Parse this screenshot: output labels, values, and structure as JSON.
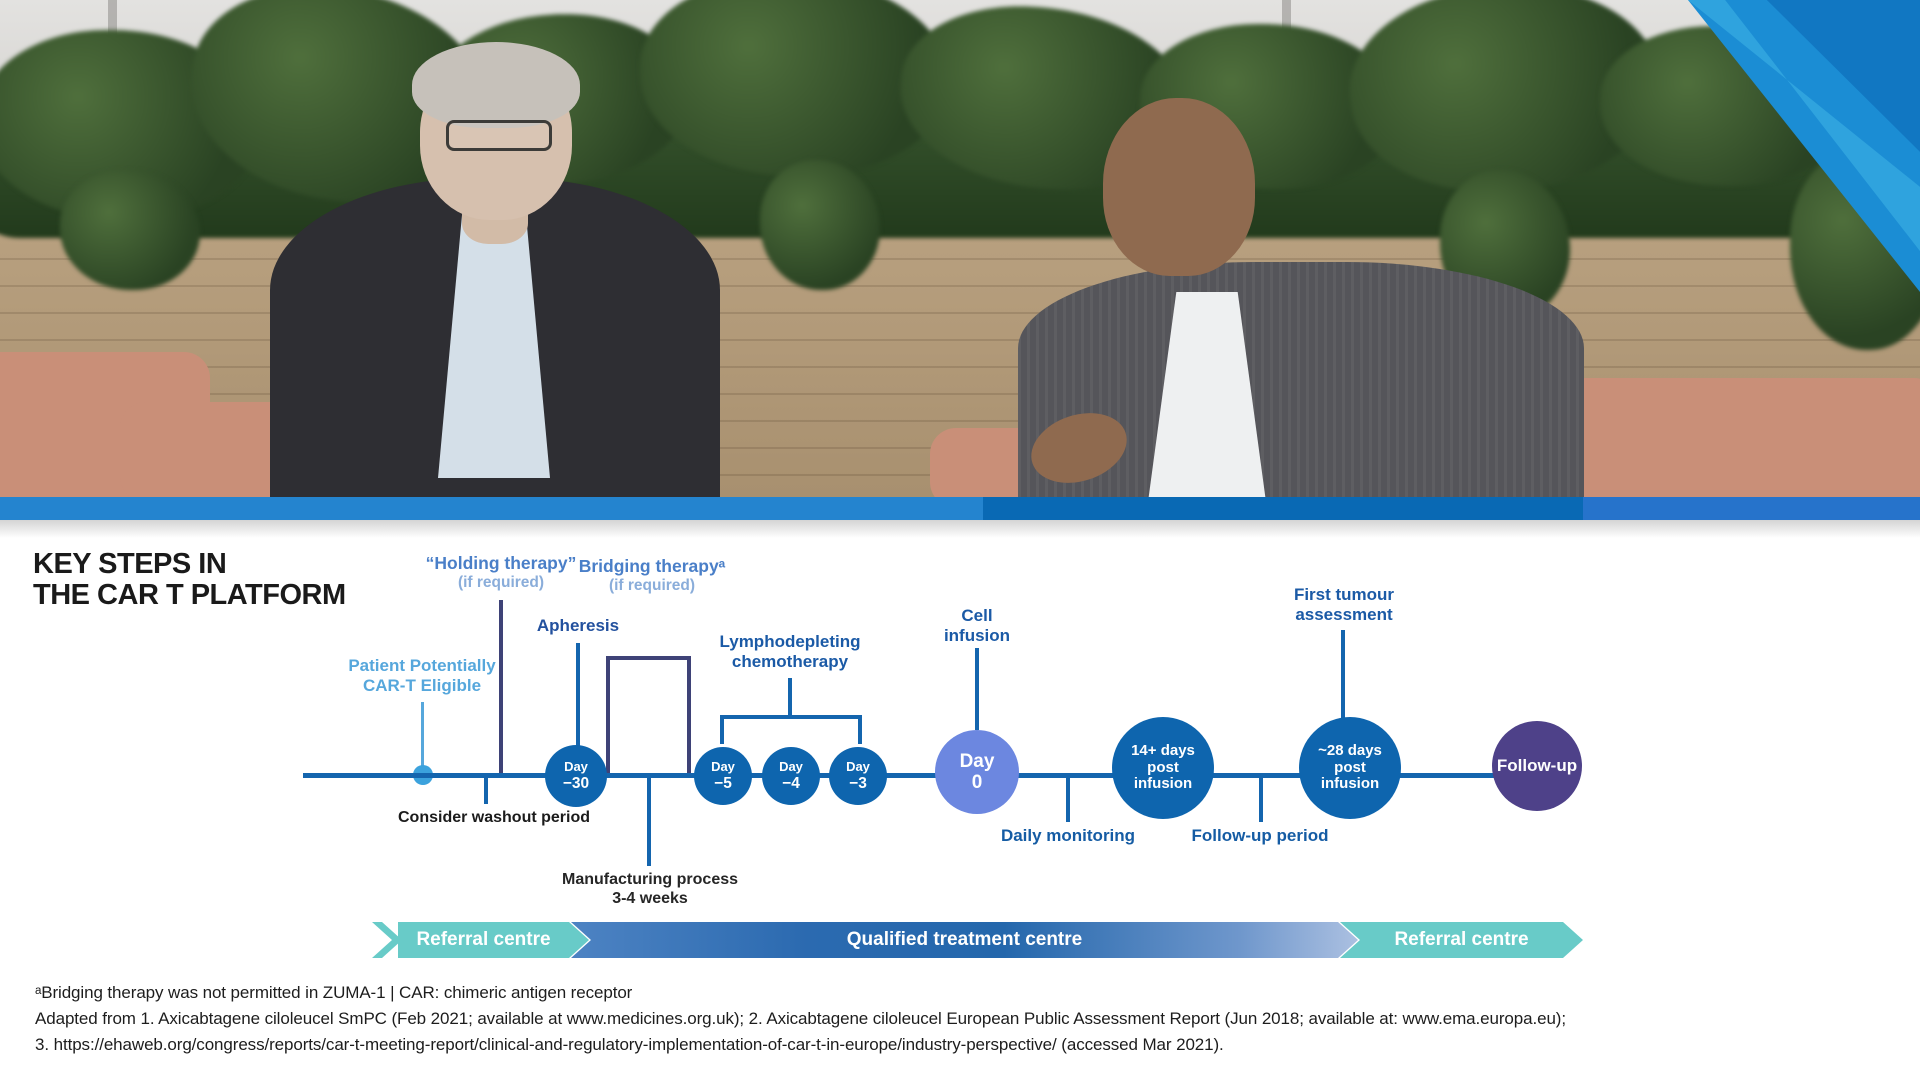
{
  "title": {
    "line1": "KEY STEPS IN",
    "line2": "THE CAR T PLATFORM"
  },
  "diagram": {
    "patient_eligible": {
      "line1": "Patient Potentially",
      "line2": "CAR-T Eligible"
    },
    "holding_therapy": {
      "title": "“Holding therapy”",
      "sub": "(if required)"
    },
    "bridging_therapy": {
      "title": "Bridging therapyᵃ",
      "sub": "(if required)"
    },
    "apheresis": "Apheresis",
    "lymphodepleting": {
      "line1": "Lymphodepleting",
      "line2": "chemotherapy"
    },
    "cell_infusion": {
      "line1": "Cell",
      "line2": "infusion"
    },
    "first_tumour": {
      "line1": "First tumour",
      "line2": "assessment"
    },
    "consider_washout": "Consider washout period",
    "manufacturing": {
      "line1": "Manufacturing process",
      "line2": "3-4 weeks"
    },
    "daily_monitoring": "Daily monitoring",
    "followup_period": "Follow-up period",
    "circles": [
      {
        "id": "day-30",
        "lines": [
          "Day",
          "−30"
        ]
      },
      {
        "id": "day-5",
        "lines": [
          "Day",
          "−5"
        ]
      },
      {
        "id": "day-4",
        "lines": [
          "Day",
          "−4"
        ]
      },
      {
        "id": "day-3",
        "lines": [
          "Day",
          "−3"
        ]
      },
      {
        "id": "day-0",
        "lines": [
          "Day",
          "0"
        ]
      },
      {
        "id": "day-14plus",
        "lines": [
          "14+ days",
          "post",
          "infusion"
        ]
      },
      {
        "id": "day-28",
        "lines": [
          "~28 days",
          "post",
          "infusion"
        ]
      },
      {
        "id": "follow-up",
        "lines": [
          "Follow-up"
        ]
      }
    ],
    "colors": {
      "circle_blue": "#0e65ae",
      "day0_blue": "#6c87e0",
      "followup_purple": "#4e4189",
      "timeline_blue": "#1465ae",
      "navy": "#3e4277",
      "light_blue": "#56a7dc",
      "label_blue": "#1b5aa6",
      "holding_blue": "#4a7fc8",
      "banner_teal": "#68cbc8"
    }
  },
  "banner": {
    "referral_left": "Referral centre",
    "qualified": "Qualified treatment centre",
    "referral_right": "Referral centre"
  },
  "footnotes": {
    "line1": "ᵃBridging therapy was not permitted in ZUMA-1  |  CAR: chimeric antigen receptor",
    "line2": "Adapted from 1. Axicabtagene ciloleucel SmPC (Feb 2021; available at www.medicines.org.uk); 2. Axicabtagene ciloleucel European Public Assessment Report (Jun 2018; available at: www.ema.europa.eu);",
    "line3": "3. https://ehaweb.org/congress/reports/car-t-meeting-report/clinical-and-regulatory-implementation-of-car-t-in-europe/industry-perspective/ (accessed Mar 2021)."
  }
}
